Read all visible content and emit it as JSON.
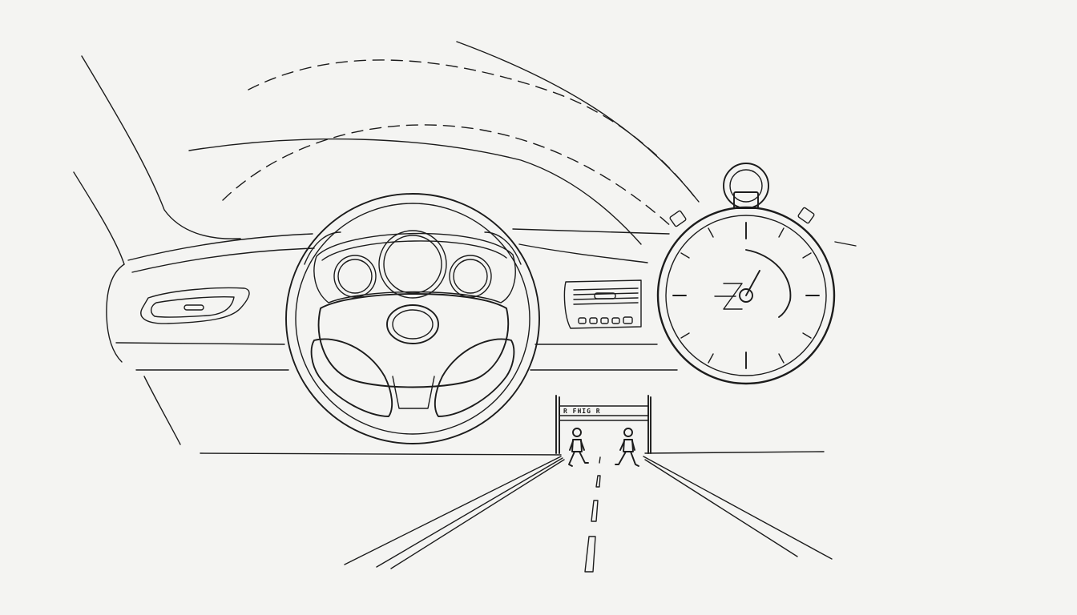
{
  "illustration": {
    "style": "hand-drawn line sketch",
    "ink_color": "#1c1c1c",
    "paper_color": "#f4f4f2"
  },
  "crossing_sign": {
    "text": "R FHIG R"
  },
  "icons": {
    "steering_wheel": "steering-wheel-icon",
    "stopwatch": "stopwatch-icon",
    "pedestrian": "pedestrian-icon"
  },
  "pedestrians": [
    {
      "name": "pedestrian-left"
    },
    {
      "name": "pedestrian-right"
    }
  ]
}
